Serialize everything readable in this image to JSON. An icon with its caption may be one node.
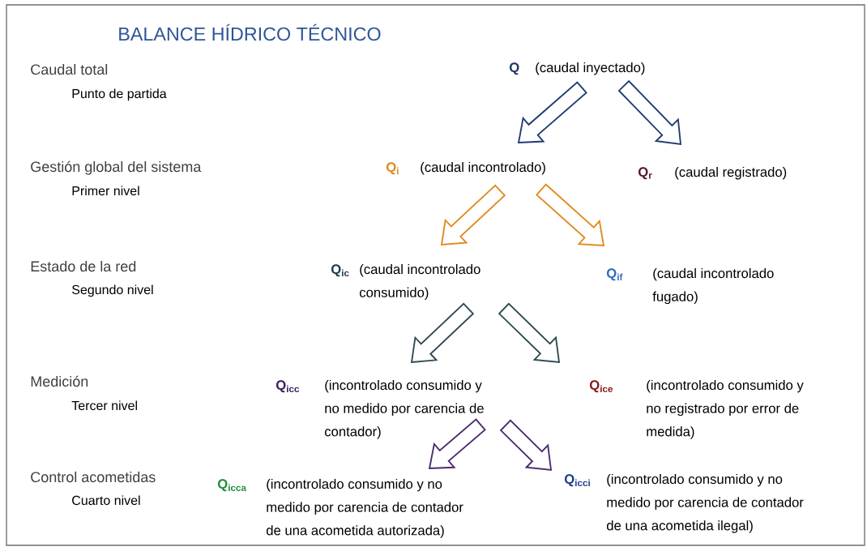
{
  "diagram": {
    "title": "BALANCE HÍDRICO TÉCNICO",
    "nodes": [
      {
        "text": [
          "Q",
          "(caudal inyectado)"
        ]
      },
      {
        "text": [
          "Q$_{i}$",
          "(caudal incontrolado)"
        ]
      },
      {
        "text": [
          "Q$_{r}$",
          "(caudal registrado)"
        ]
      },
      {
        "text": [
          "Q$_{ic}$",
          "(caudal incontrolado consumido)"
        ]
      },
      {
        "text": [
          "Q$_{if}$",
          "(caudal incontrolado fugado)"
        ]
      },
      {
        "text": [
          "Q$_{icc}$",
          "(incontrolado consumido y no medido por carencia de contador)"
        ]
      },
      {
        "text": [
          "Q$_{ice}$",
          "(incontrolado consumido y no registrado por error de medida)"
        ]
      },
      {
        "text": [
          "Q$_{icca}$",
          "(incontrolado consumido y no medido por carencia de contador de una acometida autorizada)"
        ]
      },
      {
        "text": [
          "Q$_{icci}$",
          "(incontrolado consumido y no medido por carencia de contador de una acometida ilegal)"
        ]
      }
    ],
    "edges": [
      {
        "from": 0,
        "to": 1,
        "arrow": "to",
        "color": "#1f3b73"
      },
      {
        "from": 0,
        "to": 2,
        "arrow": "to",
        "color": "#1f3b73"
      },
      {
        "from": 1,
        "to": 3,
        "arrow": "to",
        "color": "#e08a1e"
      },
      {
        "from": 1,
        "to": 4,
        "arrow": "to",
        "color": "#e08a1e"
      },
      {
        "from": 3,
        "to": 5,
        "arrow": "to",
        "color": "#2b4a4f"
      },
      {
        "from": 3,
        "to": 6,
        "arrow": "to",
        "color": "#2b4a4f"
      },
      {
        "from": 5,
        "to": 7,
        "arrow": "to",
        "color": "#4b2a6e"
      },
      {
        "from": 5,
        "to": 8,
        "arrow": "to",
        "color": "#4b2a6e"
      }
    ],
    "labels": [
      "Caudal total",
      "Punto de partida",
      "Gestión global del sistema",
      "Primer nivel",
      "Estado de la red",
      "Segundo nivel",
      "Medición",
      "Tercer nivel",
      "Control acometidas",
      "Cuarto nivel"
    ]
  }
}
